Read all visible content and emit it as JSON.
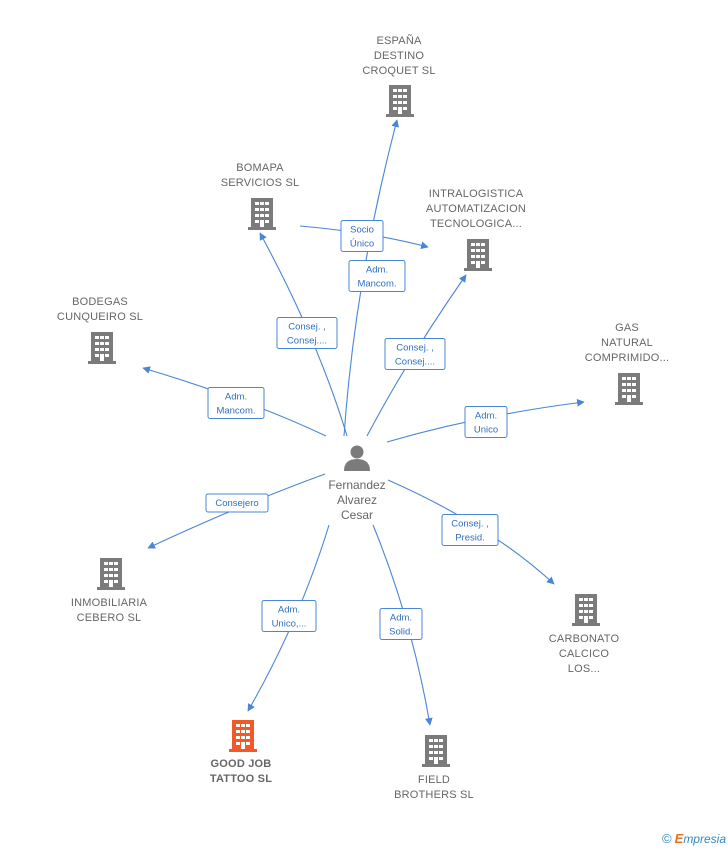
{
  "colors": {
    "edge": "#4a86d6",
    "building": "#7b7b7b",
    "building_active": "#f05a28",
    "person": "#7b7b7b",
    "label": "#666666"
  },
  "person": {
    "name_lines": [
      "Fernandez",
      "Alvarez",
      "Cesar"
    ],
    "icon": "person-icon"
  },
  "companies": [
    {
      "id": "espana-destino",
      "label_lines": [
        "ESPAÑA",
        "DESTINO",
        "CROQUET  SL"
      ],
      "icon": "building-icon",
      "highlight": false
    },
    {
      "id": "bomapa",
      "label_lines": [
        "BOMAPA",
        "SERVICIOS SL"
      ],
      "icon": "building-icon",
      "highlight": false
    },
    {
      "id": "intralogistica",
      "label_lines": [
        "INTRALOGISTICA",
        "AUTOMATIZACION",
        "TECNOLOGICA..."
      ],
      "icon": "building-icon",
      "highlight": false
    },
    {
      "id": "bodegas",
      "label_lines": [
        "BODEGAS",
        "CUNQUEIRO SL"
      ],
      "icon": "building-icon",
      "highlight": false
    },
    {
      "id": "gas-natural",
      "label_lines": [
        "GAS",
        "NATURAL",
        "COMPRIMIDO..."
      ],
      "icon": "building-icon",
      "highlight": false
    },
    {
      "id": "inmobiliaria",
      "label_lines": [
        "INMOBILIARIA",
        "CEBERO SL"
      ],
      "icon": "building-icon",
      "highlight": false
    },
    {
      "id": "carbonato",
      "label_lines": [
        "CARBONATO",
        "CALCICO",
        "LOS..."
      ],
      "icon": "building-icon",
      "highlight": false
    },
    {
      "id": "good-job",
      "label_lines": [
        "GOOD JOB",
        "TATTOO  SL"
      ],
      "icon": "building-icon",
      "highlight": true
    },
    {
      "id": "field-brothers",
      "label_lines": [
        "FIELD",
        "BROTHERS  SL"
      ],
      "icon": "building-icon",
      "highlight": false
    }
  ],
  "edges": [
    {
      "id": "bomapa-intralogistica",
      "label_lines": [
        "Socio",
        "Único"
      ]
    },
    {
      "id": "person-espana",
      "label_lines": [
        "Adm.",
        "Mancom."
      ]
    },
    {
      "id": "person-bomapa",
      "label_lines": [
        "Consej. ,",
        "Consej...."
      ]
    },
    {
      "id": "person-intralogistica",
      "label_lines": [
        "Consej. ,",
        "Consej...."
      ]
    },
    {
      "id": "person-bodegas",
      "label_lines": [
        "Adm.",
        "Mancom."
      ]
    },
    {
      "id": "person-gas",
      "label_lines": [
        "Adm.",
        "Unico"
      ]
    },
    {
      "id": "person-inmobiliaria",
      "label_lines": [
        "Consejero"
      ]
    },
    {
      "id": "person-carbonato",
      "label_lines": [
        "Consej. ,",
        "Presid."
      ]
    },
    {
      "id": "person-goodjob",
      "label_lines": [
        "Adm.",
        "Unico,..."
      ]
    },
    {
      "id": "person-field",
      "label_lines": [
        "Adm.",
        "Solid."
      ]
    }
  ],
  "footer": {
    "copyright": "©",
    "brand_initial": "E",
    "brand_rest": "mpresia"
  }
}
